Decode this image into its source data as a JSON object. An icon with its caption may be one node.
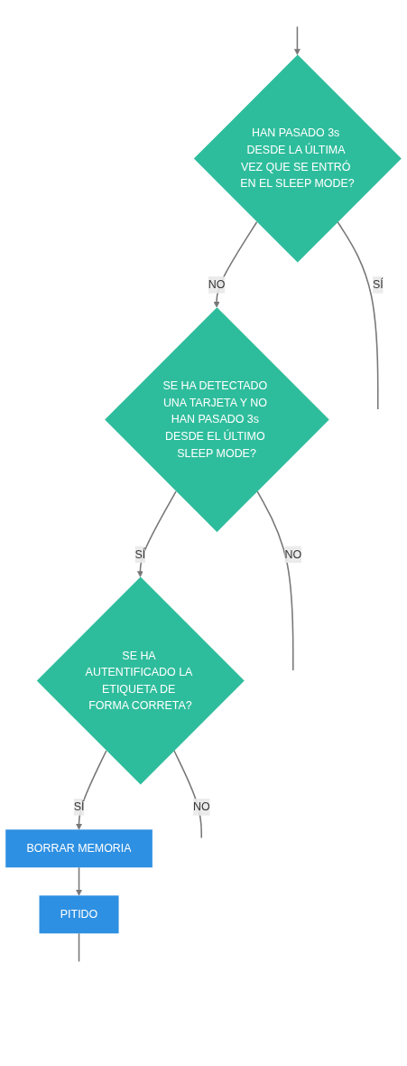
{
  "diagram": {
    "nodes": [
      {
        "text": [
          "HAN PASADO 3s DESDE LA ÚLTIMA VEZ QUE SE ENTRÓ EN EL SLEEP MODE?"
        ]
      },
      {
        "text": [
          "SE HA DETECTADO UNA TARJETA Y NO HAN PASADO 3s DESDE EL ÚLTIMO SLEEP MODE?"
        ]
      },
      {
        "text": [
          "SE HA AUTENTIFICADO LA ETIQUETA DE FORMA CORRETA?"
        ]
      },
      {
        "text": [
          "BORRAR MEMORIA"
        ]
      },
      {
        "text": [
          "PITIDO"
        ]
      }
    ],
    "edges": [
      {
        "from": null,
        "to": 0,
        "arrow": "to"
      },
      {
        "from": 0,
        "to": null,
        "arrow": "none",
        "label": "SÍ"
      },
      {
        "from": 0,
        "to": 1,
        "arrow": "to",
        "label": "NO"
      },
      {
        "from": 1,
        "to": null,
        "arrow": "none",
        "label": "NO"
      },
      {
        "from": 1,
        "to": 2,
        "arrow": "to",
        "label": "SÍ"
      },
      {
        "from": 2,
        "to": null,
        "arrow": "none",
        "label": "NO"
      },
      {
        "from": 2,
        "to": 3,
        "arrow": "to",
        "label": "SÍ"
      },
      {
        "from": 3,
        "to": 4,
        "arrow": "to"
      },
      {
        "from": 4,
        "to": null,
        "arrow": "none"
      }
    ]
  }
}
